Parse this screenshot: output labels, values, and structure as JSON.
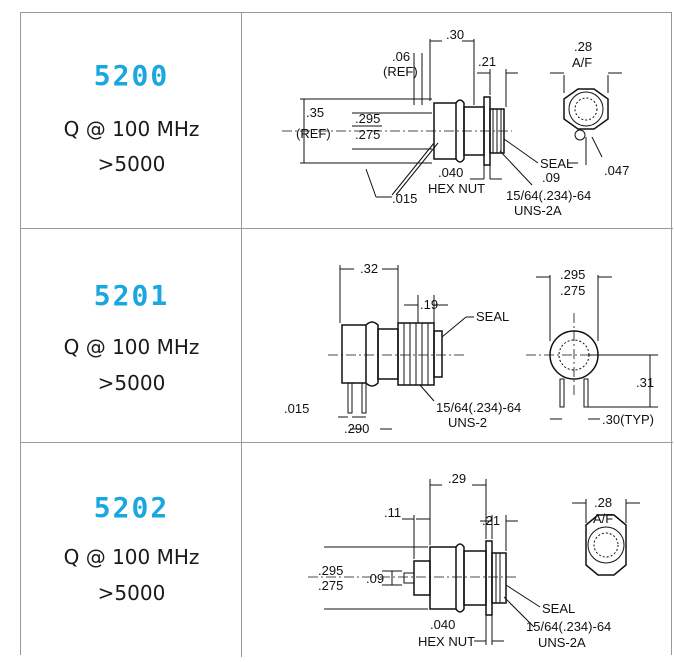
{
  "rows": [
    {
      "part": "5200",
      "q_line": "Q @ 100 MHz",
      "q_value": ">5000",
      "dims": {
        "d1": ".30",
        "d2": ".06",
        "d3": "(REF)",
        "d4": ".21",
        "d5": ".28",
        "d6": "A/F",
        "d7": ".35",
        "d8": "(REF)",
        "d9": ".295",
        "d10": ".275",
        "d11": "SEAL",
        "d12": ".09",
        "d13": ".047",
        "d14": ".040",
        "d15": "HEX NUT",
        "d16": "15/64(.234)-64",
        "d17": "UNS-2A",
        "d18": ".015"
      }
    },
    {
      "part": "5201",
      "q_line": "Q @ 100 MHz",
      "q_value": ">5000",
      "dims": {
        "d1": ".32",
        "d2": ".19",
        "d3": "SEAL",
        "d4": ".295",
        "d5": ".275",
        "d6": ".31",
        "d7": ".015",
        "d8": ".290",
        "d9": "15/64(.234)-64",
        "d10": "UNS-2",
        "d11": ".30(TYP)"
      }
    },
    {
      "part": "5202",
      "q_line": "Q @ 100 MHz",
      "q_value": ">5000",
      "dims": {
        "d1": ".29",
        "d2": ".11",
        "d3": ".21",
        "d4": ".28",
        "d5": "A/F",
        "d6": ".295",
        "d7": ".275",
        "d8": ".09",
        "d9": "SEAL",
        "d10": ".040",
        "d11": "HEX NUT",
        "d12": "15/64(.234)-64",
        "d13": "UNS-2A"
      }
    }
  ]
}
